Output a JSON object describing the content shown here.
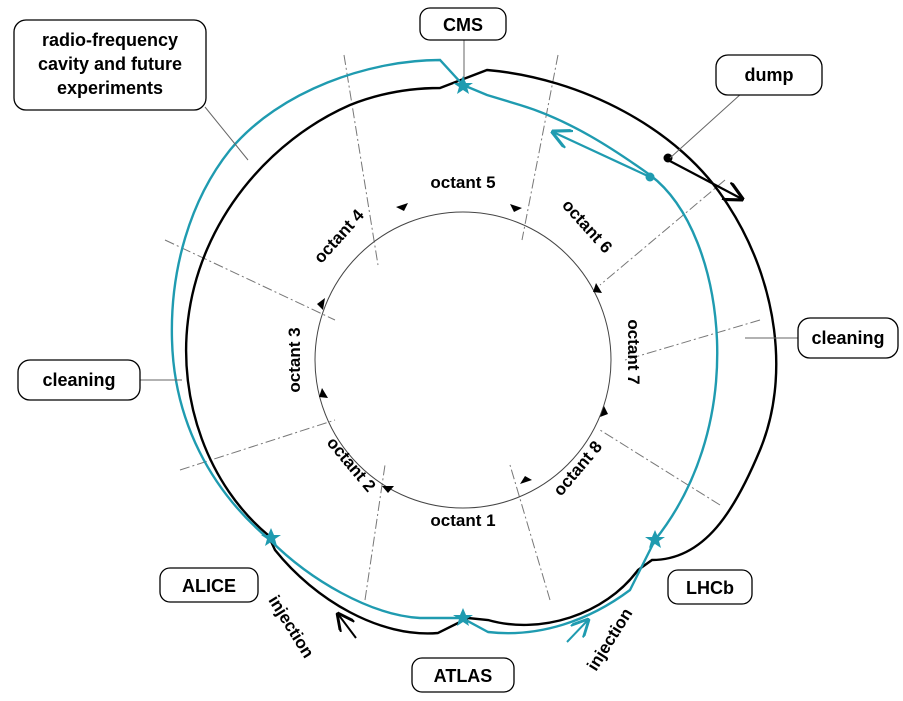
{
  "colors": {
    "beam_black": "#000000",
    "beam_cyan": "#1f9bb0",
    "divider": "#777777"
  },
  "labels": {
    "cms": "CMS",
    "rf": [
      "radio-frequency",
      "cavity and future",
      "experiments"
    ],
    "dump": "dump",
    "cleaning_right": "cleaning",
    "cleaning_left": "cleaning",
    "alice": "ALICE",
    "atlas": "ATLAS",
    "lhcb": "LHCb",
    "injection_left": "injection",
    "injection_right": "injection"
  },
  "octants": [
    "octant 1",
    "octant 2",
    "octant 3",
    "octant 4",
    "octant 5",
    "octant 6",
    "octant 7",
    "octant 8"
  ],
  "markers": {
    "collision_points": [
      "star-cms",
      "star-atlas",
      "star-alice",
      "star-lhcb"
    ]
  }
}
